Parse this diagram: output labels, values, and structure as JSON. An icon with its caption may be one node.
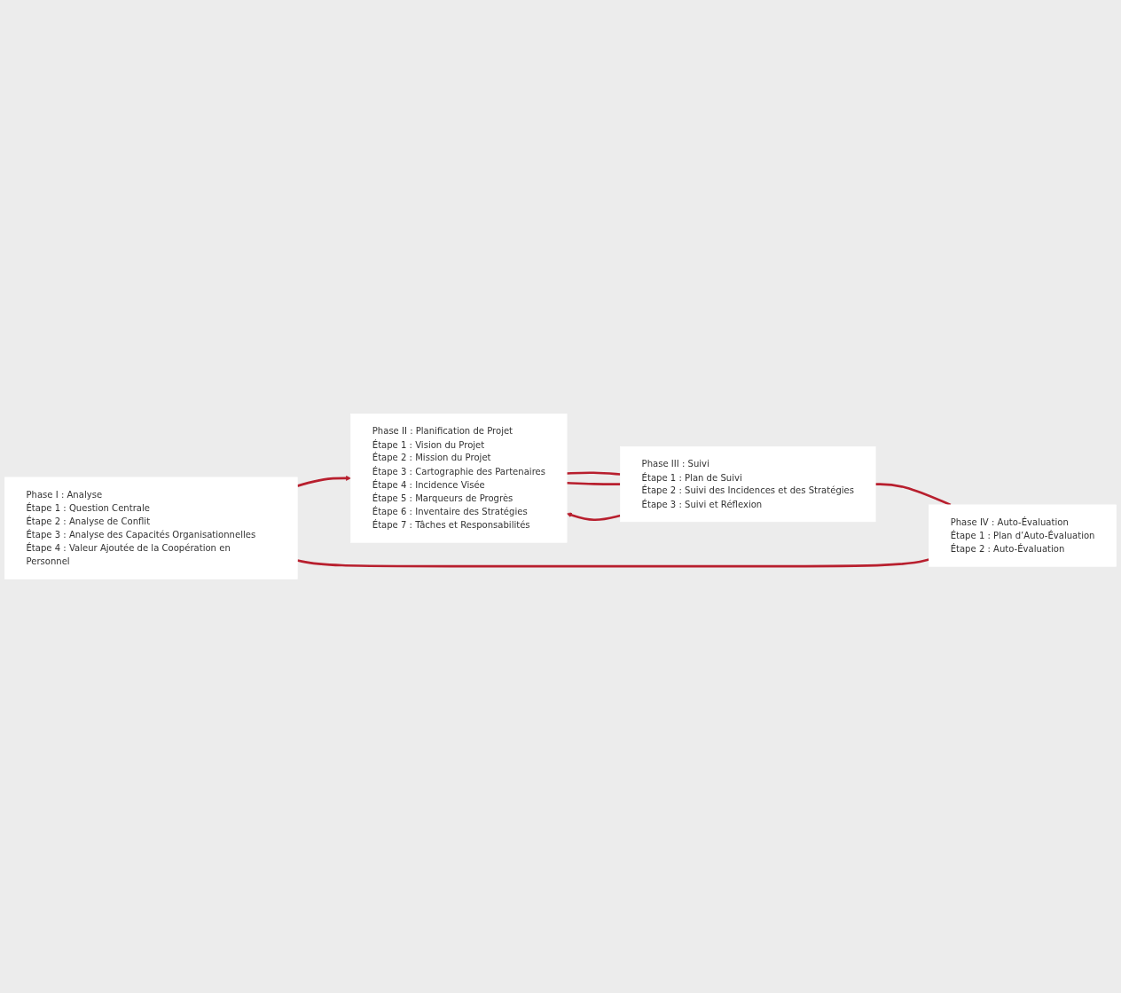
{
  "diagram": {
    "nodes": [
      {
        "text": [
          "Phase I : Analyse",
          "Étape 1 : Question Centrale",
          "Étape 2 : Analyse de Conflit",
          "Étape 3 : Analyse des Capacités Organisationnelles",
          "Étape 4 : Valeur Ajoutée de la Coopération en Personnel"
        ]
      },
      {
        "text": [
          "Phase II : Planification de Projet",
          "Étape 1 : Vision du Projet",
          "Étape 2 : Mission du Projet",
          "Étape 3 : Cartographie des Partenaires",
          "Étape 4 : Incidence Visée",
          "Étape 5 : Marqueurs de Progrès",
          "Étape 6 : Inventaire des Stratégies",
          "Étape 7 : Tâches et Responsabilités"
        ]
      },
      {
        "text": [
          "Phase III : Suivi",
          "Étape 1 : Plan de Suivi",
          "Étape 2 : Suivi des Incidences et des Stratégies",
          "Étape 3 : Suivi et Réflexion"
        ]
      },
      {
        "text": [
          "Phase IV : Auto-Évaluation",
          "Étape 1 : Plan d’Auto-Évaluation",
          "Étape 2 : Auto-Évaluation"
        ]
      }
    ],
    "edges": [
      {
        "from": 0,
        "to": 1,
        "arrow": "to"
      },
      {
        "from": 1,
        "to": 2,
        "arrow": "none"
      },
      {
        "from": 1,
        "to": 2,
        "arrow": "none"
      },
      {
        "from": 2,
        "to": 1,
        "arrow": "to"
      },
      {
        "from": 2,
        "to": 3,
        "arrow": "none"
      },
      {
        "from": 3,
        "to": 0,
        "arrow": "none"
      }
    ]
  }
}
